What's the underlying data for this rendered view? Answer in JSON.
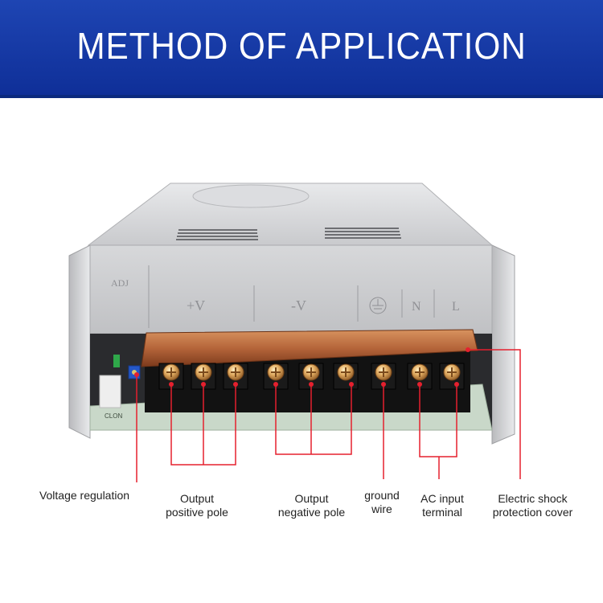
{
  "banner": {
    "title": "METHOD OF APPLICATION"
  },
  "panel_markings": {
    "adj": "ADJ",
    "plus_v": "+V",
    "minus_v": "-V",
    "n": "N",
    "l": "L",
    "board_text": "CLON"
  },
  "labels": {
    "voltage_regulation": "Voltage regulation",
    "output_positive": [
      "Output",
      "positive pole"
    ],
    "output_negative": [
      "Output",
      "negative pole"
    ],
    "ground_wire": [
      "ground",
      "wire"
    ],
    "ac_input": [
      "AC input",
      "terminal"
    ],
    "shock_cover": [
      "Electric shock",
      "protection cover"
    ]
  },
  "colors": {
    "banner": "#1e45b3",
    "leader_lines": "#e5202e",
    "cover": "#b5653a",
    "terminal": "#111111",
    "screw": "#d9a45a"
  }
}
